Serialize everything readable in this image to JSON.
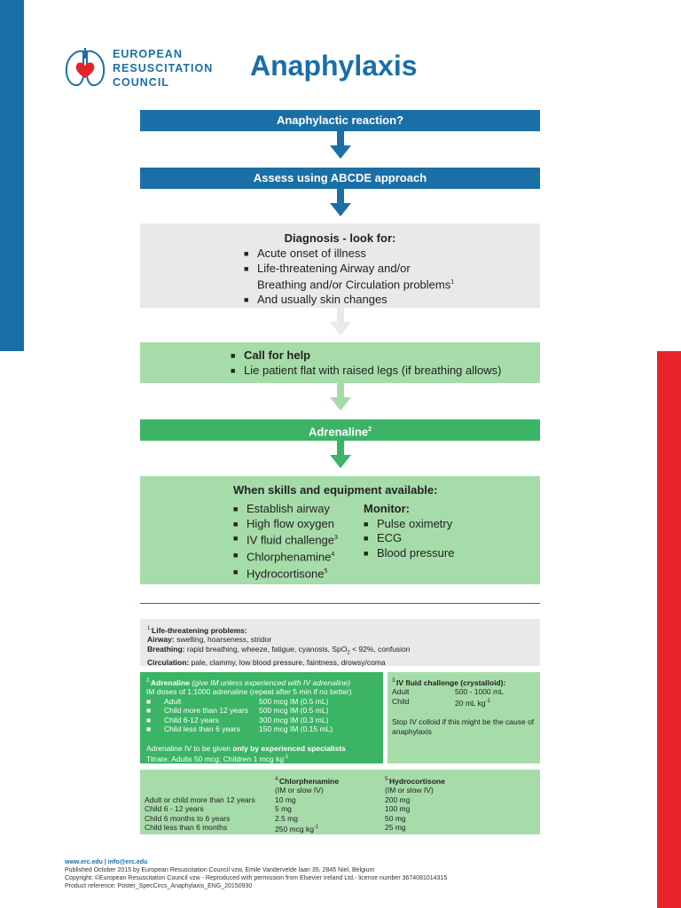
{
  "colors": {
    "blue": "#1a6fa6",
    "red": "#e52329",
    "green": "#3bb465",
    "light_green": "#a6dca9",
    "gray": "#e9e9e7"
  },
  "logo": {
    "line1": "EUROPEAN",
    "line2": "RESUSCITATION",
    "line3": "COUNCIL",
    "icon": "heart-lungs-icon"
  },
  "title": "Anaphylaxis",
  "step1": "Anaphylactic reaction?",
  "step2": "Assess using ABCDE approach",
  "diagnosis": {
    "title": "Diagnosis - look for:",
    "items": [
      "Acute onset of illness",
      "Life-threatening Airway and/or",
      "Breathing and/or Circulation problems",
      "And usually skin changes"
    ],
    "sup": "1"
  },
  "call": {
    "item1": "Call for help",
    "item2": "Lie patient flat with raised legs (if breathing allows)"
  },
  "adrenaline_head": {
    "label": "Adrenaline",
    "sup": "2"
  },
  "skills": {
    "title": "When skills and equipment available:",
    "left": [
      "Establish airway",
      "High flow oxygen",
      "IV fluid challenge",
      "Chlorphenamine",
      "Hydrocortisone"
    ],
    "left_sup": [
      "",
      "",
      "3",
      "4",
      "5"
    ],
    "monitor_title": "Monitor:",
    "right": [
      "Pulse oximetry",
      "ECG",
      "Blood pressure"
    ]
  },
  "fn1": {
    "title": "Life-threatening problems:",
    "num": "1.",
    "airway_label": "Airway:",
    "airway": "swelling, hoarseness, stridor",
    "breathing_label": "Breathing:",
    "breathing_a": "rapid breathing, wheeze, fatigue, cyanosis, SpO",
    "breathing_sub": "2",
    "breathing_b": " < 92%, confusion",
    "circulation_label": "Circulation:",
    "circulation": "pale, clammy, low blood pressure, faintness, drowsy/coma"
  },
  "fn2": {
    "num": "2.",
    "title": "Adrenaline",
    "title_note": "(give IM unless experienced with IV adrenaline)",
    "subtitle": "IM doses of 1:1000 adrenaline (repeat after 5 min if no better)",
    "rows": [
      {
        "who": "Adult",
        "dose": "500 mcg IM (0.5 mL)"
      },
      {
        "who": "Child more than 12 years",
        "dose": "500 mcg IM (0.5 mL)"
      },
      {
        "who": "Child 6-12 years",
        "dose": "300 mcg IM (0.3 mL)"
      },
      {
        "who": "Child less than 6 years",
        "dose": "150 mcg IM (0.15 mL)"
      }
    ],
    "iv_a": "Adrenaline IV to be given ",
    "iv_b": "only by experienced specialists",
    "titrate": "Titrate: Adults 50 mcg; Children 1 mcg kg",
    "titrate_sup": "-1"
  },
  "fn3": {
    "num": "3.",
    "title": "IV fluid challenge (crystalloid):",
    "adult_label": "Adult",
    "adult": "500 - 1000 mL",
    "child_label": "Child",
    "child": "20 mL kg",
    "child_sup": "-1",
    "note": "Stop IV colloid if this might be the cause of anaphylaxis"
  },
  "fn45": {
    "num4": "4.",
    "chlor_title": "Chlorphenamine",
    "chlor_sub": "(IM or slow IV)",
    "num5": "5.",
    "hydro_title": "Hydrocortisone",
    "hydro_sub": "(IM or slow IV)",
    "rows": [
      {
        "who": "Adult or child more than 12 years",
        "chlor": "10 mg",
        "hydro": "200 mg"
      },
      {
        "who": "Child 6 - 12 years",
        "chlor": "5 mg",
        "hydro": "100 mg"
      },
      {
        "who": "Child 6 months to 6 years",
        "chlor": "2.5 mg",
        "hydro": "50 mg"
      },
      {
        "who": "Child less than 6 months",
        "chlor": "250 mcg kg",
        "hydro": "25 mg"
      }
    ],
    "chlor_last_sup": "-1"
  },
  "footer": {
    "links": "www.erc.edu | info@erc.edu",
    "line1": "Published October 2015 by European Resuscitation Council vzw, Emile Vandervelde laan 35, 2845 Niel, Belgium",
    "line2": "Copyright: ©European Resuscitation Council vzw - Reproduced with permission from Elsevier Ireland Ltd.- license number 3674081014315",
    "line3": "Product reference: Poster_SpecCircs_Anaphylaxis_ENG_20150930"
  }
}
